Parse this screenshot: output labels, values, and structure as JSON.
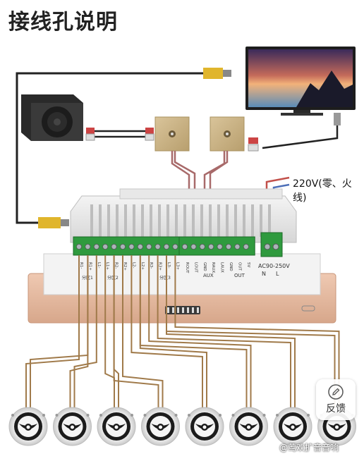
{
  "page": {
    "title": "接线孔说明"
  },
  "labels": {
    "power": "220V(零、火线)",
    "ac_rating": "AC90-250V",
    "neutral": "N",
    "live": "L",
    "aux": "AUX",
    "out": "OUT",
    "zone1": "分区1",
    "zone2": "分区2",
    "zone3": "分区3"
  },
  "terminals": {
    "left": [
      "R1-",
      "R1+",
      "L1-",
      "L1+",
      "R2-",
      "R2+",
      "L2-",
      "L2+",
      "R3-",
      "R3+",
      "L3-",
      "L3+"
    ],
    "right": [
      "ROUT",
      "LOUT",
      "GND",
      "RAUX",
      "LAUX",
      "GND",
      "OUT",
      "5V"
    ]
  },
  "feedback": {
    "label": "反馈"
  },
  "watermark": {
    "text": "@莺欢扩音音响"
  },
  "colors": {
    "wire": "#a07a4a",
    "wire_red": "#c2504a",
    "wire_blue": "#4d6fb8",
    "terminal_green": "#2f9a3e",
    "panel_rose": "#e3b59c",
    "hdmi_cable": "#222222",
    "hdmi_plug": "#e0b52c"
  },
  "speakers": {
    "count": 8
  }
}
